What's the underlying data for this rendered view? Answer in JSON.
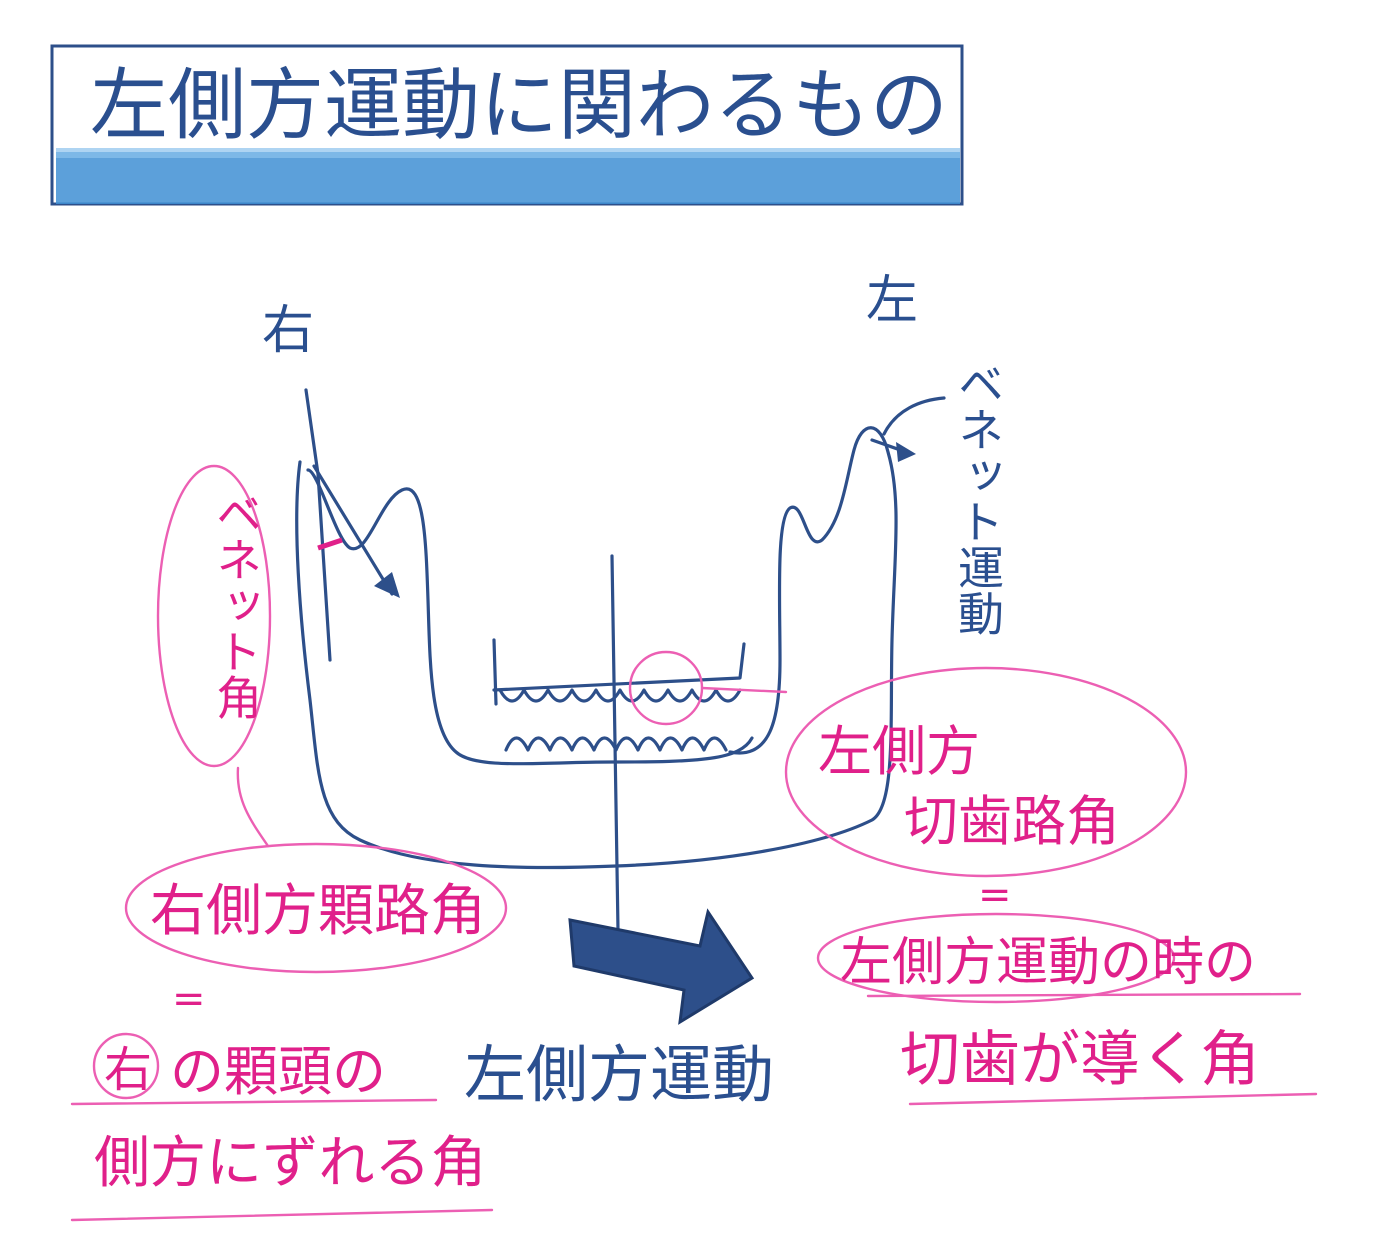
{
  "title": "左側方運動に関わるもの",
  "labels": {
    "right": "右",
    "left": "左",
    "bennett_movement": "ベネット運動",
    "bennett_angle": "ベネット角",
    "left_lateral_incisal_path_line1": "左側方",
    "left_lateral_incisal_path_line2": "切歯路角",
    "right_lateral_condylar_path": "右側方顆路角",
    "equals_mark": "=",
    "explanation_right_circled": "右",
    "explanation_right_line1_rest": "の顆頭の",
    "movement_label": "左側方運動",
    "explanation_right_line2": "側方にずれる角",
    "explanation_left_line1": "左側方運動の時の",
    "explanation_left_line2": "切歯が導く角"
  },
  "colors": {
    "ink_blue": "#2d4f8a",
    "ink_pink": "#ec5fb3",
    "title_bar_blue": "#3f8fd3",
    "background": "#ffffff"
  }
}
